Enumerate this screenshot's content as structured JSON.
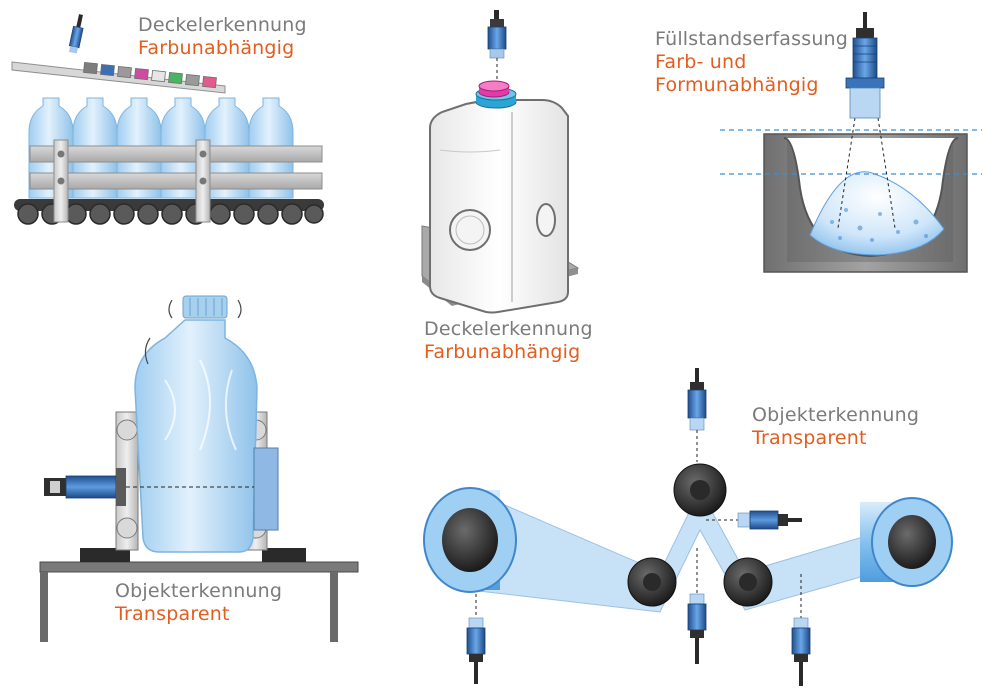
{
  "captions": {
    "cap_detection_top": {
      "line1": "Deckelerkennung",
      "line2": "Farbunabhängig"
    },
    "fill_level": {
      "line1": "Füllstandserfassung",
      "line2": "Farb- und",
      "line3": "Formunabhängig"
    },
    "cap_detection_center": {
      "line1": "Deckelerkennung",
      "line2": "Farbunabhängig"
    },
    "object_detection_bottle": {
      "line1": "Objekterkennung",
      "line2": "Transparent"
    },
    "object_detection_film": {
      "line1": "Objekterkennung",
      "line2": "Transparent"
    }
  },
  "colors": {
    "caption_gray": "#7b7b7b",
    "caption_orange": "#e35d1f",
    "bottle_blue": "#bfe0f7",
    "film_blue": "#6eb4ea",
    "sensor_blue": "#3a73b8",
    "steel_gray": "#9a9a9a",
    "cap_magenta": "#e33aa8",
    "cap_cyan": "#2aa6d6"
  }
}
